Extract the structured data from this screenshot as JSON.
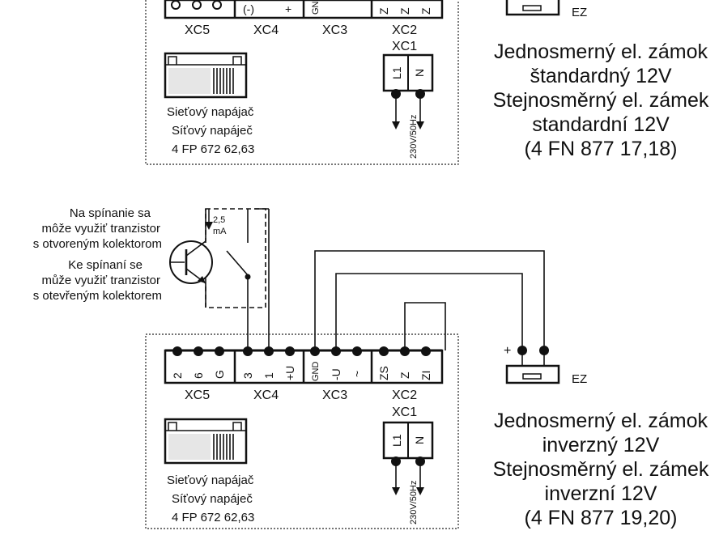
{
  "top": {
    "labels": [
      "XC5",
      "XC4",
      "XC3",
      "XC2",
      "XC1"
    ],
    "pins_partial": [
      "(-)",
      "+",
      "GND",
      "Z",
      "Z",
      "Z"
    ],
    "ez": "EZ",
    "psu": [
      "Sieťový napájač",
      "Síťový napáječ",
      "4 FP 672 62,63"
    ],
    "mains": "230V/50Hz",
    "xc1_pins": [
      "L1",
      "N"
    ],
    "desc": [
      "Jednosmerný el. zámok",
      "štandardný 12V",
      "Stejnosměrný el. zámek",
      "standardní 12V",
      "(4 FN 877 17,18)"
    ]
  },
  "bottom": {
    "side_note": [
      "Na spínanie sa",
      "môže využiť tranzistor",
      "s otvoreným kolektorom",
      "Ke spínaní se",
      "může využiť tranzistor",
      "s otevřeným kolektorem"
    ],
    "current": [
      "2,5",
      "mA"
    ],
    "xc5_pins": [
      "2",
      "6",
      "G"
    ],
    "xc4_pins": [
      "3",
      "1",
      "+U"
    ],
    "xc3_pins": [
      "GND",
      "-U",
      "~"
    ],
    "xc2_pins": [
      "ZS",
      "Z",
      "ZI"
    ],
    "labels": [
      "XC5",
      "XC4",
      "XC3",
      "XC2",
      "XC1"
    ],
    "xc1_pins": [
      "L1",
      "N"
    ],
    "plus": "+",
    "ez": "EZ",
    "psu": [
      "Sieťový napájač",
      "Síťový napáječ",
      "4 FP 672 62,63"
    ],
    "mains": "230V/50Hz",
    "desc": [
      "Jednosmerný el. zámok",
      "inverzný 12V",
      "Stejnosměrný el. zámek",
      "inverzní 12V",
      "(4 FN 877 19,20)"
    ]
  }
}
